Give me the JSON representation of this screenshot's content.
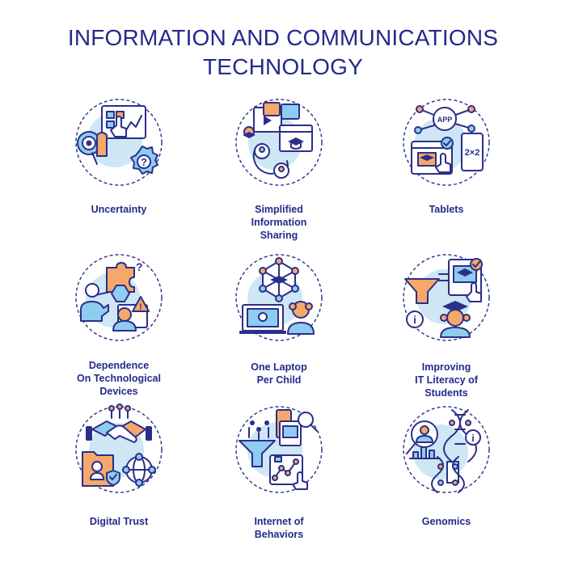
{
  "title": {
    "line1": "INFORMATION AND COMMUNICATIONS",
    "line2": "TECHNOLOGY"
  },
  "colors": {
    "navy": "#232a8a",
    "light_blue": "#8fcdf0",
    "orange": "#f5a86a",
    "pale_blue": "#cfe6f5"
  },
  "tiles": [
    {
      "icon": "uncertainty-icon",
      "lines": [
        "Uncertainty"
      ]
    },
    {
      "icon": "information-sharing-icon",
      "lines": [
        "Simplified",
        "Information",
        "Sharing"
      ]
    },
    {
      "icon": "tablets-icon",
      "lines": [
        "Tablets"
      ],
      "icon_texts": {
        "app": "APP",
        "math": "2×2"
      }
    },
    {
      "icon": "technological-dependence-icon",
      "lines": [
        "Dependence",
        "On Technological",
        "Devices"
      ]
    },
    {
      "icon": "one-laptop-per-child-icon",
      "lines": [
        "One Laptop",
        "Per Child"
      ]
    },
    {
      "icon": "it-literacy-icon",
      "lines": [
        "Improving",
        "IT Literacy of",
        "Students"
      ]
    },
    {
      "icon": "digital-trust-icon",
      "lines": [
        "Digital Trust"
      ]
    },
    {
      "icon": "internet-of-behaviors-icon",
      "lines": [
        "Internet of",
        "Behaviors"
      ]
    },
    {
      "icon": "genomics-icon",
      "lines": [
        "Genomics"
      ]
    }
  ]
}
